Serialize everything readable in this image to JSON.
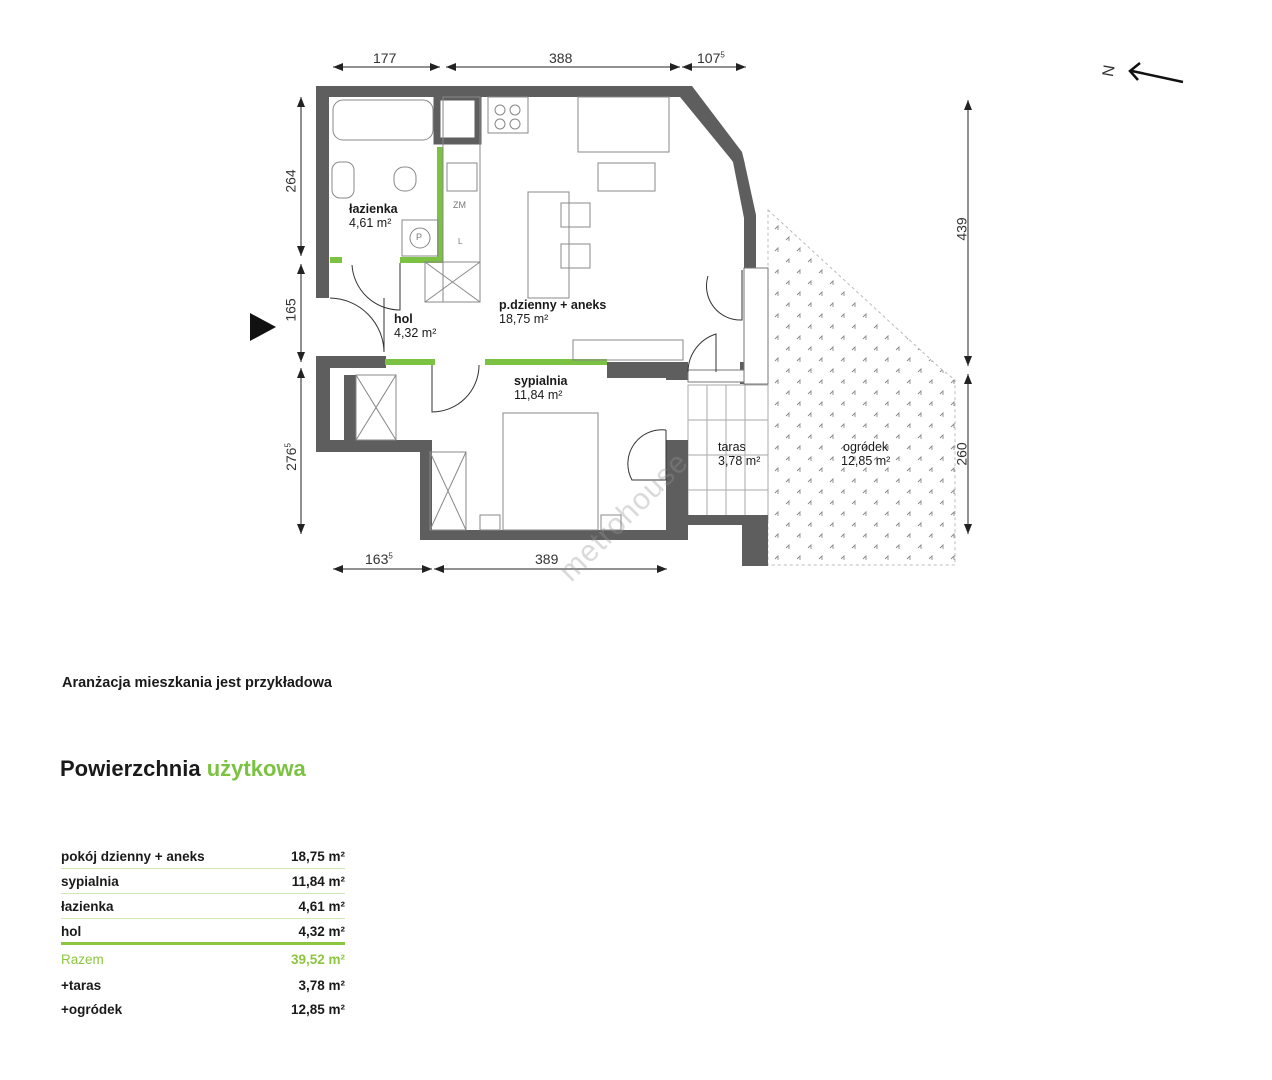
{
  "rooms": {
    "lazienka": {
      "name": "łazienka",
      "area": "4,61 m²"
    },
    "hol": {
      "name": "hol",
      "area": "4,32 m²"
    },
    "dzienny": {
      "name": "p.dzienny + aneks",
      "area": "18,75 m²"
    },
    "sypialnia": {
      "name": "sypialnia",
      "area": "11,84 m²"
    },
    "taras": {
      "name": "taras",
      "area": "3,78 m²"
    },
    "ogrodek": {
      "name": "ogródek",
      "area": "12,85 m²"
    }
  },
  "fixtures": {
    "zm": "ZM",
    "p": "P",
    "l": "L"
  },
  "dimensions": {
    "top1": {
      "value": "177",
      "sup": ""
    },
    "top2": {
      "value": "388",
      "sup": ""
    },
    "top3": {
      "value": "107",
      "sup": "5"
    },
    "bottom1": {
      "value": "163",
      "sup": "5"
    },
    "bottom2": {
      "value": "389",
      "sup": ""
    },
    "left1": {
      "value": "264",
      "sup": ""
    },
    "left2": {
      "value": "165",
      "sup": ""
    },
    "left3": {
      "value": "276",
      "sup": "5"
    },
    "right1": {
      "value": "439",
      "sup": ""
    },
    "right2": {
      "value": "260",
      "sup": ""
    }
  },
  "north_label": "N",
  "watermark": "metrohouse",
  "note": "Aranżacja mieszkania jest przykładowa",
  "title": {
    "part1": "Powierzchnia",
    "part2": "użytkowa"
  },
  "colors": {
    "accent": "#7cc242",
    "wall": "#5e5e5e"
  },
  "area_table": {
    "rows": [
      {
        "label": "pokój dzienny + aneks",
        "value": "18,75 m²"
      },
      {
        "label": "sypialnia",
        "value": "11,84 m²"
      },
      {
        "label": "łazienka",
        "value": "4,61 m²"
      },
      {
        "label": "hol",
        "value": "4,32 m²"
      }
    ],
    "total": {
      "label": "Razem",
      "value": "39,52 m²"
    },
    "extras": [
      {
        "label": "+taras",
        "value": "3,78 m²"
      },
      {
        "label": "+ogródek",
        "value": "12,85 m²"
      }
    ]
  }
}
